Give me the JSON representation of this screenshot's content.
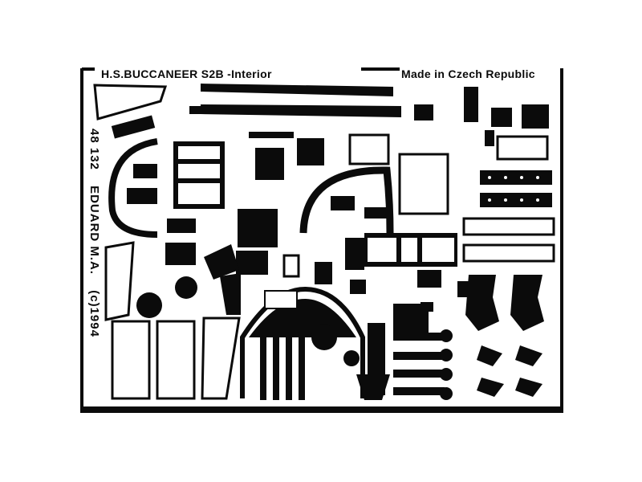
{
  "fret": {
    "title": "H.S.BUCCANEER S2B",
    "subtitle": "-Interior",
    "made_in": "Made in Czech Republic",
    "catalog_number": "48 132",
    "manufacturer": "EDUARD M.A.",
    "copyright": "(c)1994"
  },
  "colors": {
    "metal": "#0b0b0b",
    "background": "#ffffff"
  }
}
